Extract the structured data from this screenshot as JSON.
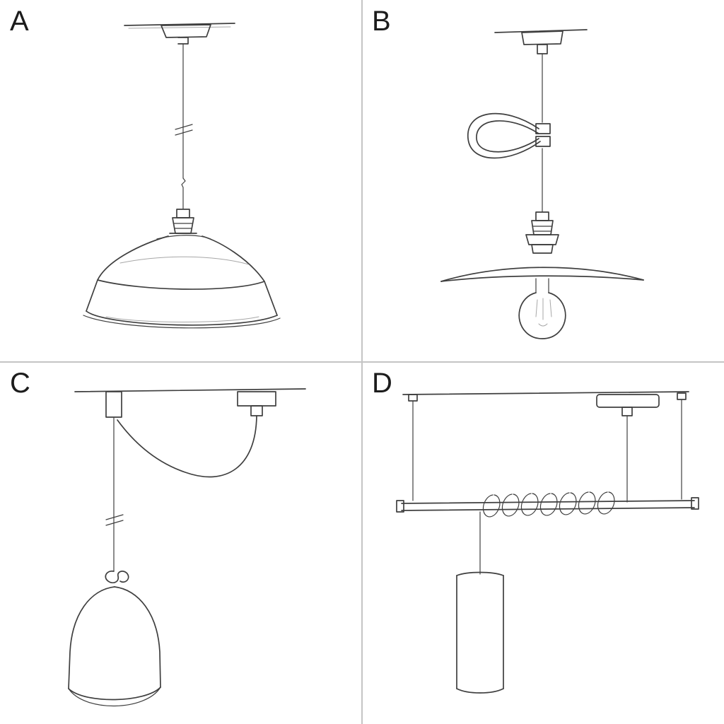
{
  "page": {
    "title_label": "Pendant lamp installation options sketch sheet",
    "background_color": "#ffffff",
    "divider_color": "#c4c4c4",
    "ink_color": "#3f3f3f",
    "label_color": "#1c1c1c"
  },
  "panels": [
    {
      "label": "A",
      "name": "pendant-with-industrial-bowl-shade"
    },
    {
      "label": "B",
      "name": "pendant-with-flat-plate-shade-exposed-bulb-and-cable-loop"
    },
    {
      "label": "C",
      "name": "swag-pendant-with-knot-and-bell-shade"
    },
    {
      "label": "D",
      "name": "bar-mounted-pendant-with-wrapped-cable-and-tube-shade"
    }
  ]
}
